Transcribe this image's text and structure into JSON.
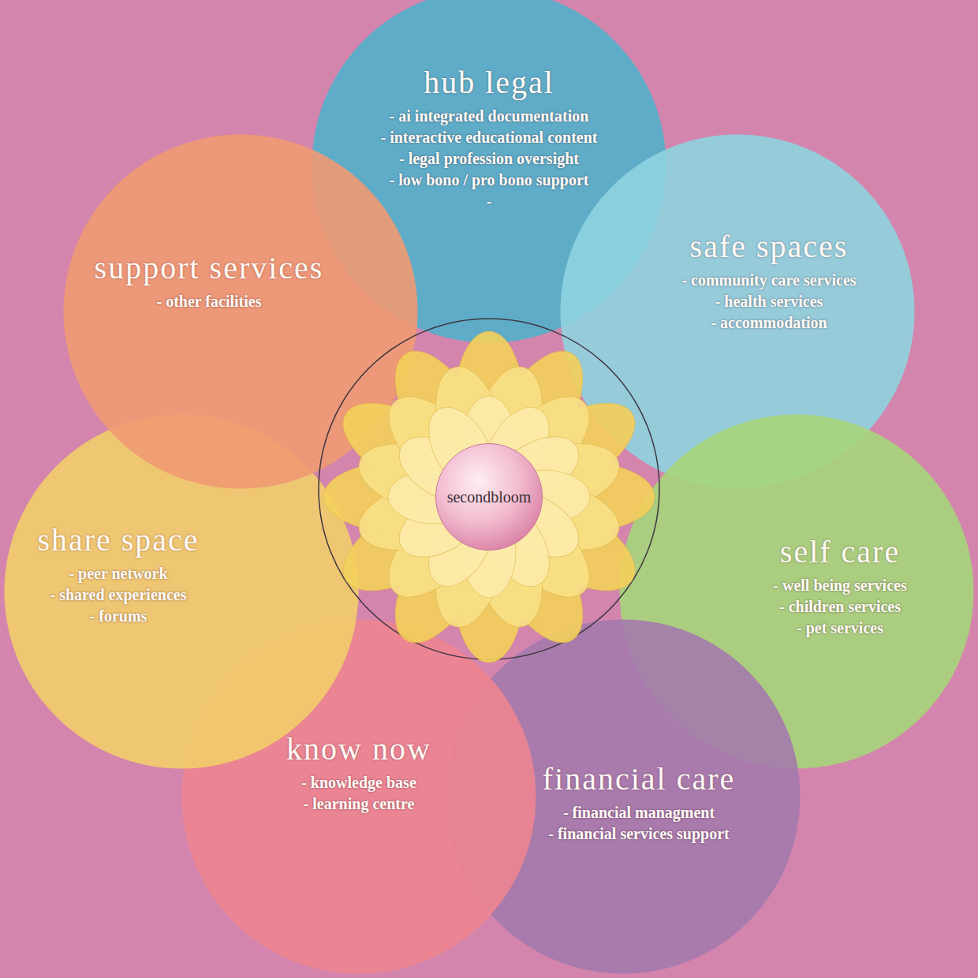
{
  "diagram": {
    "nodes": [
      {
        "text": [
          "hub legal",
          "- ai integrated documentation",
          "- interactive educational content",
          "- legal profession oversight",
          "- low bono / pro bono support",
          "-"
        ]
      },
      {
        "text": [
          "safe spaces",
          "- community care services",
          "- health services",
          "- accommodation"
        ]
      },
      {
        "text": [
          "self care",
          "- well being services",
          "- children services",
          "- pet services"
        ]
      },
      {
        "text": [
          "financial care",
          "- financial managment",
          "- financial services support"
        ]
      },
      {
        "text": [
          "know now",
          "- knowledge base",
          "- learning centre"
        ]
      },
      {
        "text": [
          "share space",
          "- peer network",
          "- shared experiences",
          "- forums"
        ]
      },
      {
        "text": [
          "support services",
          "- other facilities"
        ]
      },
      {
        "text": [
          "secondbloom"
        ]
      }
    ]
  }
}
